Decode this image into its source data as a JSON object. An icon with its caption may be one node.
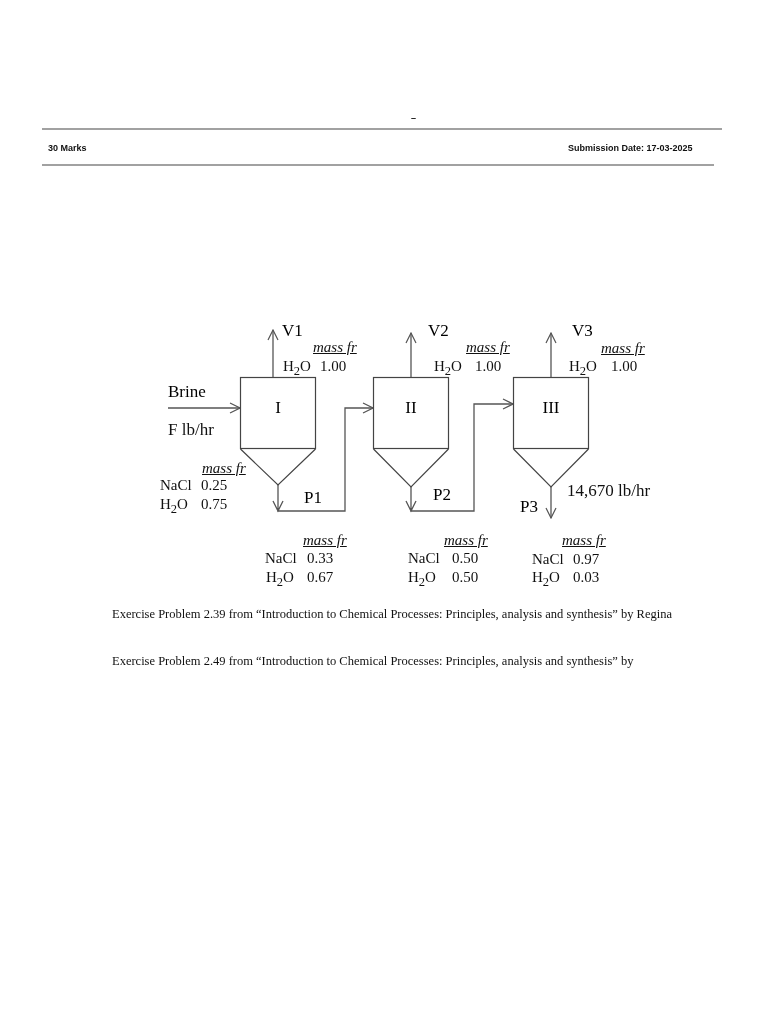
{
  "diagram": {
    "nodes": [
      {
        "text": [
          "I"
        ]
      },
      {
        "text": [
          "II"
        ]
      },
      {
        "text": [
          "III"
        ]
      }
    ],
    "edges": [
      {
        "from": null,
        "to": 0,
        "arrow": "to",
        "label": "Brine"
      },
      {
        "from": 0,
        "to": null,
        "arrow": "to",
        "label": "V1"
      },
      {
        "from": 0,
        "to": 1,
        "arrow": "to",
        "label": "P1"
      },
      {
        "from": 1,
        "to": null,
        "arrow": "to",
        "label": "V2"
      },
      {
        "from": 1,
        "to": 2,
        "arrow": "to",
        "label": "P2"
      },
      {
        "from": 2,
        "to": null,
        "arrow": "to",
        "label": "V3"
      },
      {
        "from": 2,
        "to": null,
        "arrow": "to",
        "label": "P3"
      }
    ],
    "labels": [
      "–",
      "30 Marks",
      "Submission Date: 17-03-2025",
      "mass fr",
      "H$_{2}$O",
      "1.00",
      "mass fr",
      "H$_{2}$O",
      "1.00",
      "mass fr",
      "H$_{2}$O",
      "1.00",
      "F lb/hr",
      "mass fr",
      "NaCl",
      "0.25",
      "H$_{2}$O",
      "0.75",
      "14,670 lb/hr",
      "mass fr",
      "NaCl",
      "0.33",
      "H$_{2}$O",
      "0.67",
      "mass fr",
      "NaCl",
      "0.50",
      "H$_{2}$O",
      "0.50",
      "mass fr",
      "NaCl",
      "0.97",
      "H$_{2}$O",
      "0.03",
      "Exercise Problem 2.39 from “Introduction to Chemical Processes: Principles, analysis and synthesis” by Regina",
      "Exercise Problem 2.49 from “Introduction to Chemical Processes: Principles, analysis and synthesis” by"
    ]
  }
}
